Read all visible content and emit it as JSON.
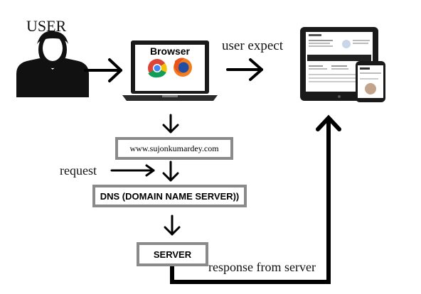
{
  "labels": {
    "user": "USER",
    "browser": "Browser",
    "user_expect": "user expect",
    "url": "www.sujonkumardey.com",
    "request": "request",
    "dns": "DNS  (DOMAIN NAME SERVER))",
    "server": "SERVER",
    "response": "response from server"
  },
  "icons": [
    "user-icon",
    "laptop-icon",
    "chrome-icon",
    "firefox-icon",
    "tablet-icon",
    "phone-icon"
  ],
  "colors": {
    "box_border": "#8a8a8a",
    "arrow": "#000000",
    "firefox_orange": "#f27e1f",
    "chrome_red": "#db4437",
    "chrome_yellow": "#f4c20d",
    "chrome_green": "#0f9d58",
    "chrome_blue": "#4285f4"
  }
}
